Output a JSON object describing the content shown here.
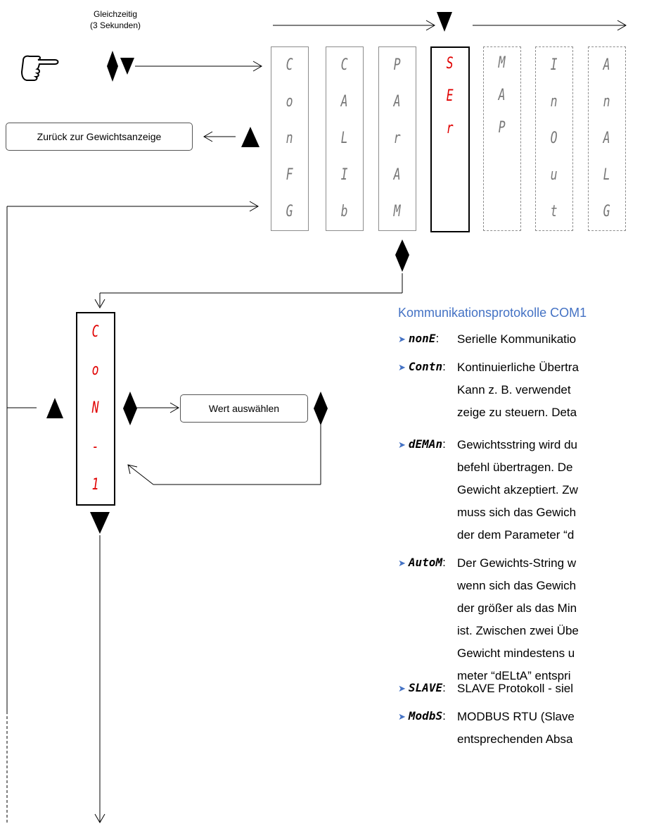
{
  "flow": {
    "note_line1": "Gleichzeitig",
    "note_line2": "(3 Sekunden)",
    "back_button": "Zurück zur Gewichtsanzeige",
    "select_button": "Wert auswählen"
  },
  "menu_columns": [
    {
      "chars": [
        "C",
        "o",
        "n",
        "F",
        "G"
      ],
      "style": "gray"
    },
    {
      "chars": [
        "C",
        "A",
        "L",
        "I",
        "b"
      ],
      "style": "gray"
    },
    {
      "chars": [
        "P",
        "A",
        "r",
        "A",
        "M"
      ],
      "style": "gray"
    },
    {
      "chars": [
        "S",
        "E",
        "r"
      ],
      "style": "active"
    },
    {
      "chars": [
        "M",
        "A",
        "P"
      ],
      "style": "dashed"
    },
    {
      "chars": [
        "I",
        "n",
        "O",
        "u",
        "t"
      ],
      "style": "dashed"
    },
    {
      "chars": [
        "A",
        "n",
        "A",
        "L",
        "G"
      ],
      "style": "dashed"
    }
  ],
  "submenu": {
    "chars": [
      "C",
      "o",
      "N",
      "-",
      "1"
    ]
  },
  "protocols": {
    "heading": "Kommunikationsprotokolle COM1",
    "items": [
      {
        "key": "nonE",
        "lines": [
          "Serielle Kommunikatio"
        ]
      },
      {
        "key": "Contn",
        "lines": [
          "Kontinuierliche Übertra",
          "Kann z. B. verwendet",
          "zeige zu steuern. Deta"
        ]
      },
      {
        "key": "dEMAn",
        "lines": [
          "Gewichtsstring wird du",
          "befehl übertragen. De",
          "Gewicht akzeptiert. Zw",
          "muss sich das Gewich",
          "der dem Parameter “d"
        ]
      },
      {
        "key": "AutoM",
        "lines": [
          "Der Gewichts-String w",
          "wenn sich das Gewich",
          "der größer als das Min",
          "ist. Zwischen zwei Übe",
          "Gewicht mindestens u",
          "meter “dELtA” entspri"
        ]
      },
      {
        "key": "SLAVE",
        "lines": [
          "SLAVE Protokoll - siel"
        ]
      },
      {
        "key": "ModbS",
        "lines": [
          "MODBUS RTU (Slave",
          "entsprechenden Absa"
        ]
      }
    ]
  }
}
